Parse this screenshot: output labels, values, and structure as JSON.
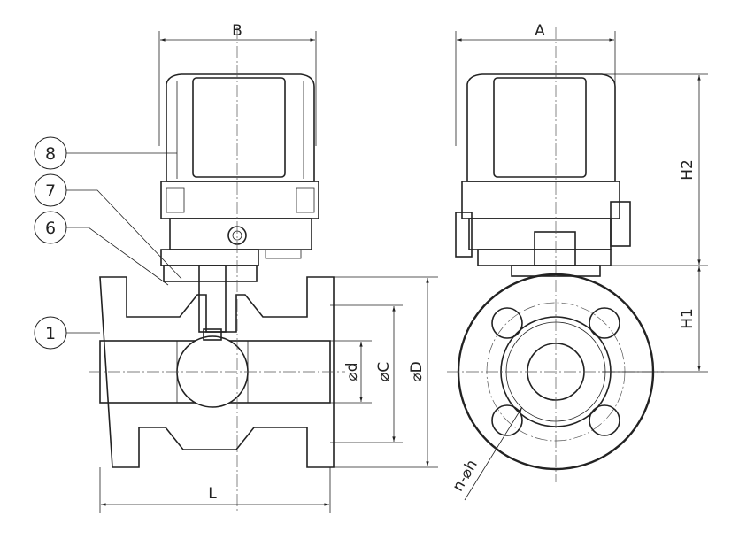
{
  "dimensions": {
    "B": "B",
    "A": "A",
    "L": "L",
    "H1": "H1",
    "H2": "H2",
    "d": "⌀d",
    "C": "⌀C",
    "D": "⌀D",
    "nh": "n-⌀h"
  },
  "balloons": [
    "8",
    "7",
    "6",
    "1"
  ]
}
